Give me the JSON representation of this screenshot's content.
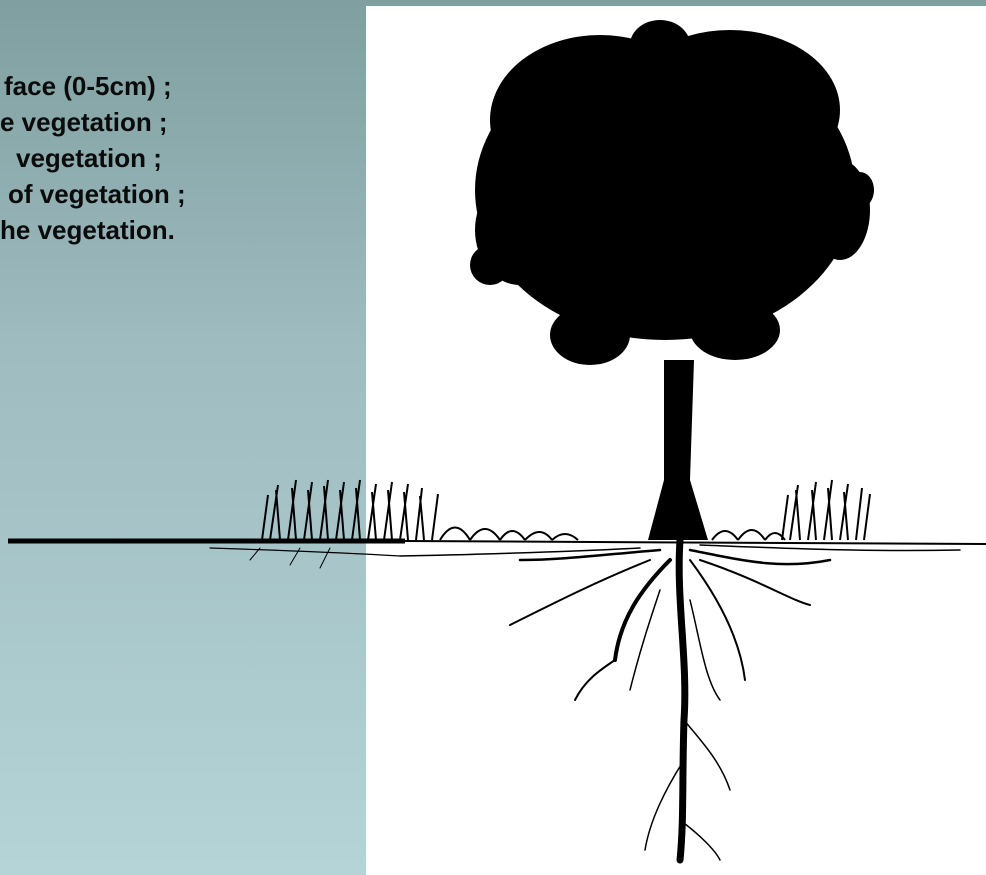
{
  "slide": {
    "text_lines": [
      "face (0-5cm) ;",
      "e vegetation ;",
      "vegetation ;",
      "of vegetation ;",
      "he vegetation."
    ],
    "illustration": "tree-with-roots-and-grass",
    "colors": {
      "background_top": "#7f9fa0",
      "background_bottom": "#b4d4d8",
      "text": "#0b0b0b",
      "panel": "#ffffff",
      "silhouette": "#000000"
    }
  }
}
